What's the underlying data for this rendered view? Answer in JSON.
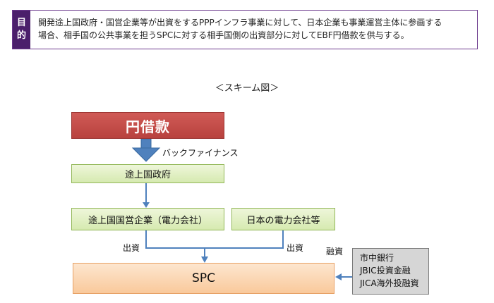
{
  "purpose": {
    "tag_line1": "目",
    "tag_line2": "的",
    "text": "開発途上国政府・国営企業等が出資をするPPPインフラ事業に対して、日本企業も事業運営主体に参画する\n場合、相手国の公共事業を担うSPCに対する相手国側の出資部分に対してEBF円借款を供与する。"
  },
  "scheme_title": "＜スキーム図＞",
  "diagram": {
    "yen_loan": "円借款",
    "back_finance": "バックファイナンス",
    "gov": "途上国政府",
    "soe": "途上国国営企業（電力会社）",
    "japan_company": "日本の電力会社等",
    "investment_left": "出資",
    "investment_right": "出資",
    "financing": "融資",
    "spc": "SPC",
    "lenders": [
      "市中銀行",
      "JBIC投資金融",
      "JICA海外投融資"
    ]
  },
  "colors": {
    "purpose_border": "#6c3a8e",
    "purpose_tag": "#4b1f6b",
    "yen_loan": "#c0504d",
    "green_box": "#d6eab0",
    "spc": "#f9c99b",
    "lenders": "#d6d6d6",
    "arrow": "#4f81bd"
  }
}
